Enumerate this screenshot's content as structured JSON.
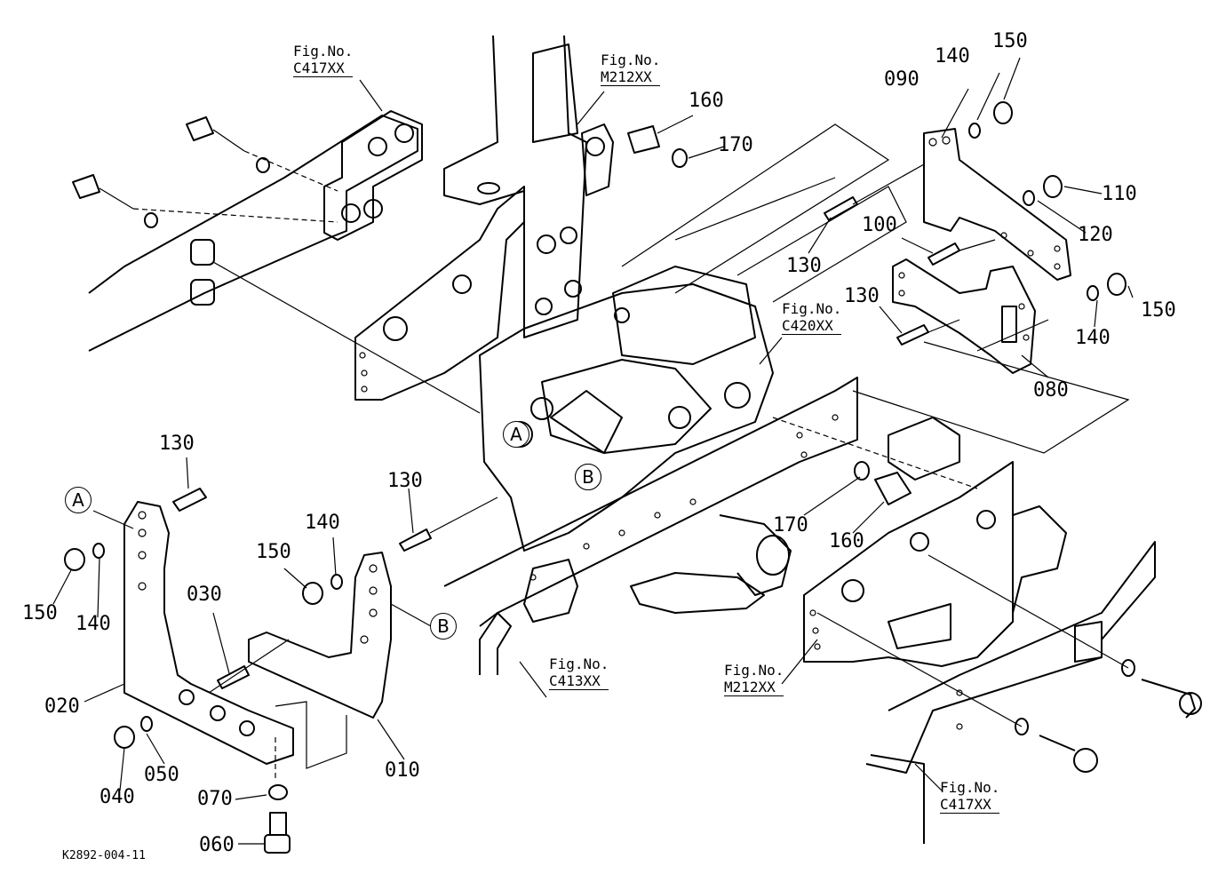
{
  "drawing": {
    "code": "K2892-004-11",
    "part_numbers": [
      "010",
      "020",
      "030",
      "040",
      "050",
      "060",
      "070",
      "080",
      "090",
      "100",
      "110",
      "120",
      "130",
      "140",
      "150",
      "160",
      "170"
    ],
    "labels": {
      "n010": "010",
      "n020": "020",
      "n030": "030",
      "n040": "040",
      "n050": "050",
      "n060": "060",
      "n070": "070",
      "n080": "080",
      "n090": "090",
      "n100": "100",
      "n110": "110",
      "n120": "120",
      "n130": "130",
      "n140": "140",
      "n150": "150",
      "n160": "160",
      "n170": "170"
    },
    "markers": {
      "a": "A",
      "b": "B"
    },
    "fig_refs": {
      "prefix": "Fig.No.",
      "c417": "C417XX",
      "m212": "M212XX",
      "c420": "C420XX",
      "c413": "C413XX"
    }
  }
}
